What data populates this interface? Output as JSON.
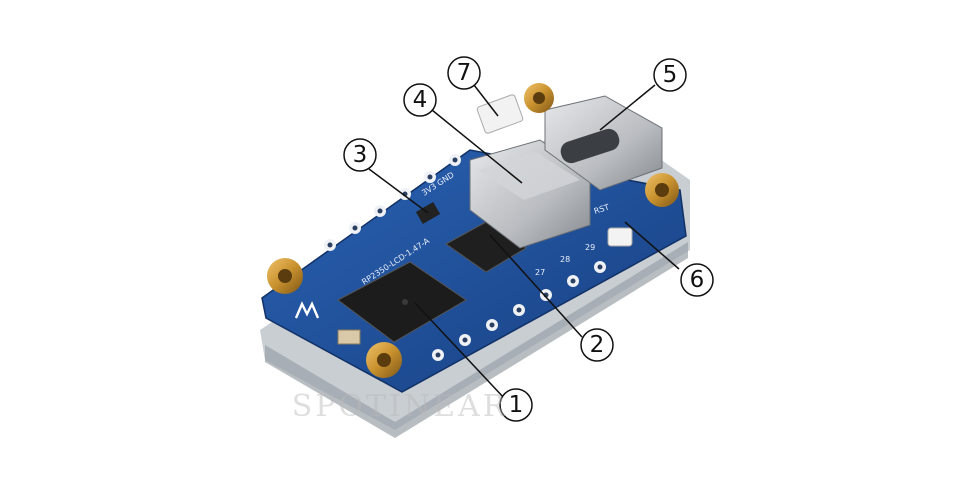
{
  "image": {
    "subject": "RP2350 LCD development board",
    "watermark_text": "SPOTINEAR"
  },
  "board": {
    "silkscreen_model": "RP2350-LCD-1.47-A",
    "silkscreen_power": "3V3 GND",
    "silkscreen_reset": "RST",
    "pin_labels": [
      "27",
      "28",
      "29"
    ],
    "colors": {
      "pcb": "#1e4f9a",
      "brass_standoff": "#c8912e",
      "acrylic_case": "#d8dde2",
      "chip": "#1c1c1c",
      "connector_metal": "#b9bcc0"
    }
  },
  "callouts": [
    {
      "number": "1",
      "target": "RP2350 microcontroller chip"
    },
    {
      "number": "2",
      "target": "power regulator chip"
    },
    {
      "number": "3",
      "target": "small component near header"
    },
    {
      "number": "4",
      "target": "microSD card slot"
    },
    {
      "number": "5",
      "target": "USB Type-C connector"
    },
    {
      "number": "6",
      "target": "RST reset button"
    },
    {
      "number": "7",
      "target": "battery connector"
    }
  ]
}
